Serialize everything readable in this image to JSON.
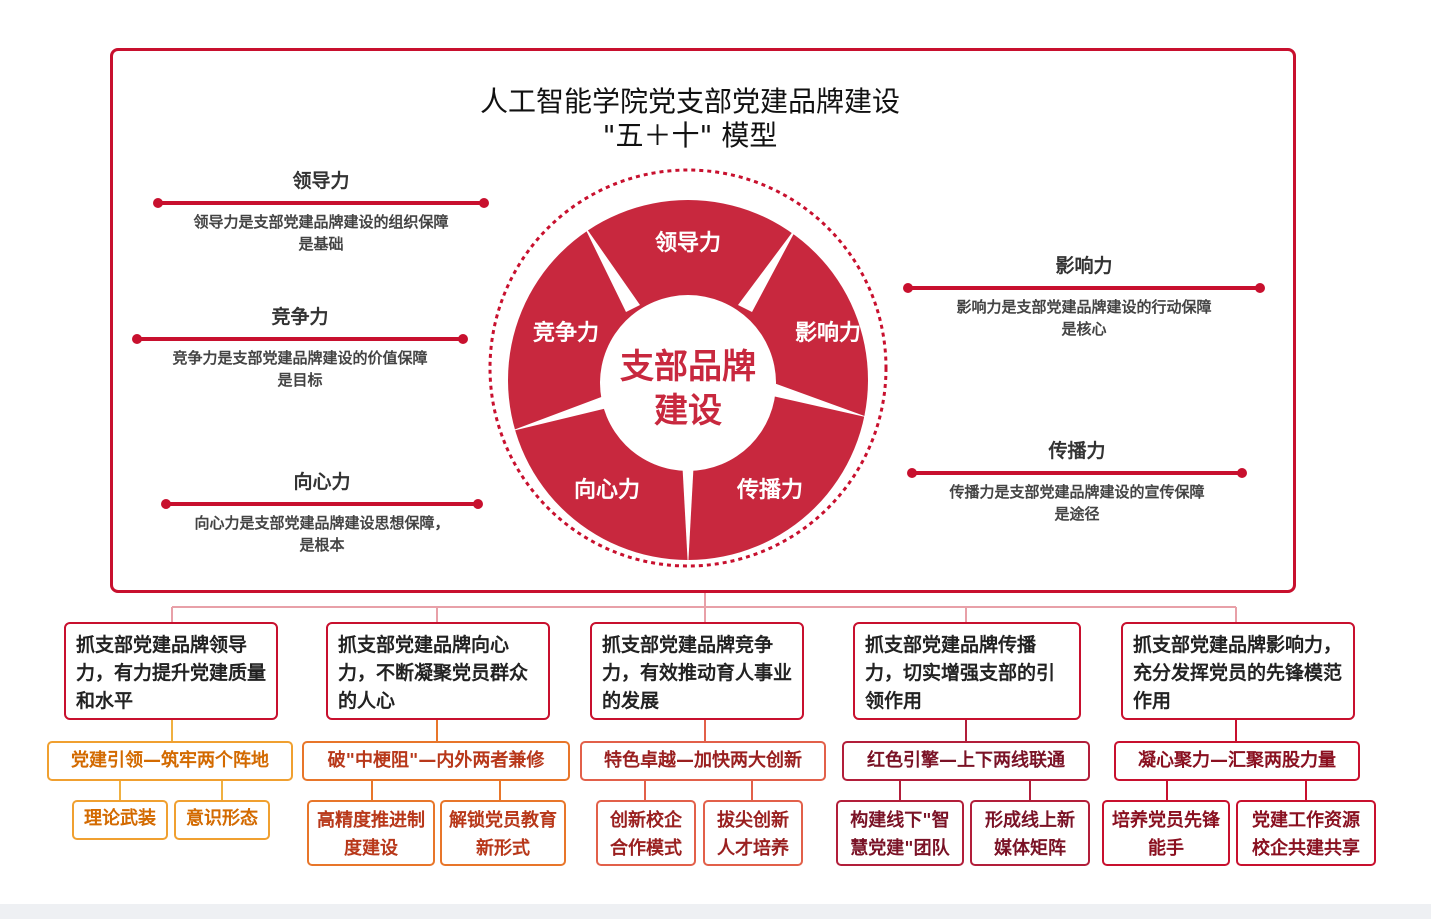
{
  "title": {
    "line1": "人工智能学院党支部党建品牌建设",
    "line2": "\"五＋十\"    模型"
  },
  "center": {
    "line1": "支部品牌",
    "line2": "建设"
  },
  "segments": [
    "领导力",
    "影响力",
    "传播力",
    "向心力",
    "竞争力"
  ],
  "features_left": [
    {
      "name": "领导力",
      "desc1": "领导力是支部党建品牌建设的组织保障",
      "desc2": "是基础"
    },
    {
      "name": "竞争力",
      "desc1": "竞争力是支部党建品牌建设的价值保障",
      "desc2": "是目标"
    },
    {
      "name": "向心力",
      "desc1": "向心力是支部党建品牌建设思想保障，",
      "desc2": "是根本"
    }
  ],
  "features_right": [
    {
      "name": "影响力",
      "desc1": "影响力是支部党建品牌建设的行动保障",
      "desc2": "是核心"
    },
    {
      "name": "传播力",
      "desc1": "传播力是支部党建品牌建设的宣传保障",
      "desc2": "是途径"
    }
  ],
  "branches": [
    {
      "box": "抓支部党建品牌领导力，有力提升党建质量和水平",
      "tag": "党建引领—筑牢两个阵地",
      "leaves": [
        "理论武装",
        "意识形态"
      ]
    },
    {
      "box": "抓支部党建品牌向心力，不断凝聚党员群众的人心",
      "tag": "破\"中梗阻\"—内外两者兼修",
      "leaves": [
        "高精度推进制度建设",
        "解锁党员教育新形式"
      ]
    },
    {
      "box": "抓支部党建品牌竞争力，有效推动育人事业的发展",
      "tag": "特色卓越—加快两大创新",
      "leaves": [
        "创新校企合作模式",
        "拔尖创新人才培养"
      ]
    },
    {
      "box": "抓支部党建品牌传播力，切实增强支部的引领作用",
      "tag": "红色引擎—上下两线联通",
      "leaves": [
        "构建线下\"智慧党建\"团队",
        "形成线上新媒体矩阵"
      ]
    },
    {
      "box": "抓支部党建品牌影响力，充分发挥党员的先锋模范作用",
      "tag": "凝心聚力—汇聚两股力量",
      "leaves": [
        "培养党员先锋能手",
        "党建工作资源校企共建共享"
      ]
    }
  ],
  "colors": {
    "brand_red": "#c8102e",
    "orange": "#f0a030",
    "frame": "#c8102e"
  }
}
